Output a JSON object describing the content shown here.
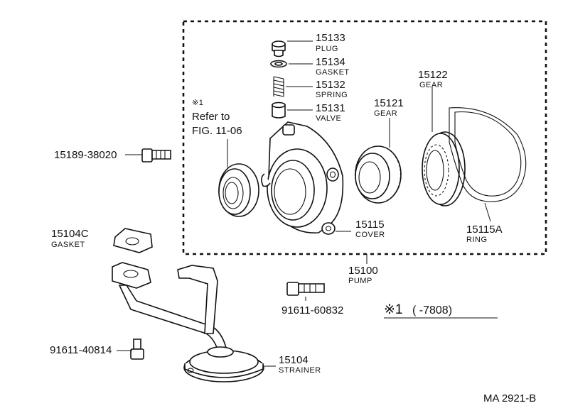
{
  "diagram": {
    "code": "MA 2921-B",
    "footnote": {
      "symbol": "※1",
      "range": "( -7808)",
      "refer_line1": "Refer to",
      "refer_line2": "FIG. 11-06"
    },
    "parts": {
      "plug": {
        "number": "15133",
        "name": "PLUG"
      },
      "gasket_small": {
        "number": "15134",
        "name": "GASKET"
      },
      "spring": {
        "number": "15132",
        "name": "SPRING"
      },
      "valve": {
        "number": "15131",
        "name": "VALVE"
      },
      "gear_outer": {
        "number": "15122",
        "name": "GEAR"
      },
      "gear_inner": {
        "number": "15121",
        "name": "GEAR"
      },
      "bolt_top": {
        "number": "15189-38020"
      },
      "gasket_pan": {
        "number": "15104C",
        "name": "GASKET"
      },
      "cover": {
        "number": "15115",
        "name": "COVER"
      },
      "ring": {
        "number": "15115A",
        "name": "RING"
      },
      "pump": {
        "number": "15100",
        "name": "PUMP"
      },
      "bolt_mid": {
        "number": "91611-60832"
      },
      "bolt_low": {
        "number": "91611-40814"
      },
      "strainer": {
        "number": "15104",
        "name": "STRAINER"
      }
    }
  }
}
